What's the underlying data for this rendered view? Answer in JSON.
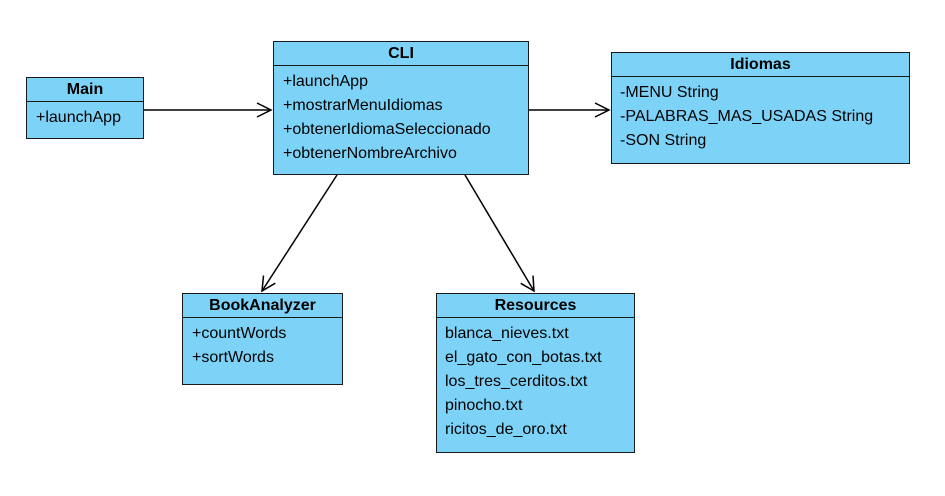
{
  "classes": {
    "main": {
      "name": "Main",
      "members": [
        "+launchApp"
      ]
    },
    "cli": {
      "name": "CLI",
      "members": [
        "+launchApp",
        "+mostrarMenuIdiomas",
        "+obtenerIdiomaSeleccionado",
        "+obtenerNombreArchivo"
      ]
    },
    "idiomas": {
      "name": "Idiomas",
      "members": [
        "-MENU String",
        "-PALABRAS_MAS_USADAS String",
        "-SON String"
      ]
    },
    "bookanalyzer": {
      "name": "BookAnalyzer",
      "members": [
        "+countWords",
        "+sortWords"
      ]
    },
    "resources": {
      "name": "Resources",
      "members": [
        "blanca_nieves.txt",
        "el_gato_con_botas.txt",
        "los_tres_cerditos.txt",
        "pinocho.txt",
        "ricitos_de_oro.txt"
      ]
    }
  },
  "relations": [
    {
      "from": "Main",
      "to": "CLI"
    },
    {
      "from": "CLI",
      "to": "Idiomas"
    },
    {
      "from": "CLI",
      "to": "BookAnalyzer"
    },
    {
      "from": "CLI",
      "to": "Resources"
    }
  ],
  "colors": {
    "class_fill": "#7dd3f7",
    "border": "#1a1a1a",
    "arrow": "#000000"
  }
}
